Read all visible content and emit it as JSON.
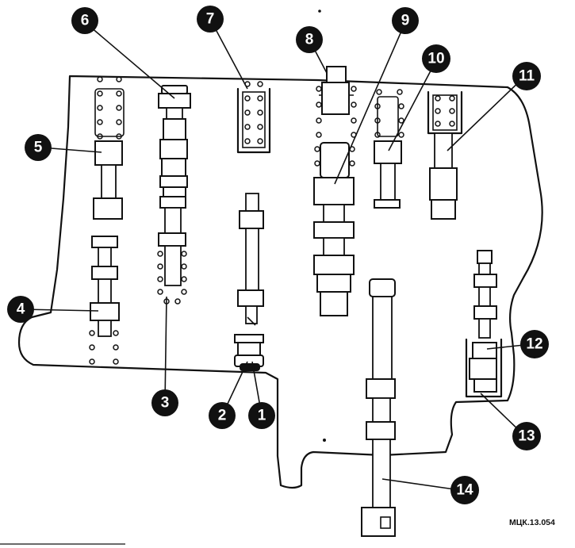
{
  "figure_code": "МЦК.13.054",
  "callouts": [
    {
      "id": 1,
      "label": "1"
    },
    {
      "id": 2,
      "label": "2"
    },
    {
      "id": 3,
      "label": "3"
    },
    {
      "id": 4,
      "label": "4"
    },
    {
      "id": 5,
      "label": "5"
    },
    {
      "id": 6,
      "label": "6"
    },
    {
      "id": 7,
      "label": "7"
    },
    {
      "id": 8,
      "label": "8"
    },
    {
      "id": 9,
      "label": "9"
    },
    {
      "id": 10,
      "label": "10"
    },
    {
      "id": 11,
      "label": "11"
    },
    {
      "id": 12,
      "label": "12"
    },
    {
      "id": 13,
      "label": "13"
    },
    {
      "id": 14,
      "label": "14"
    }
  ]
}
